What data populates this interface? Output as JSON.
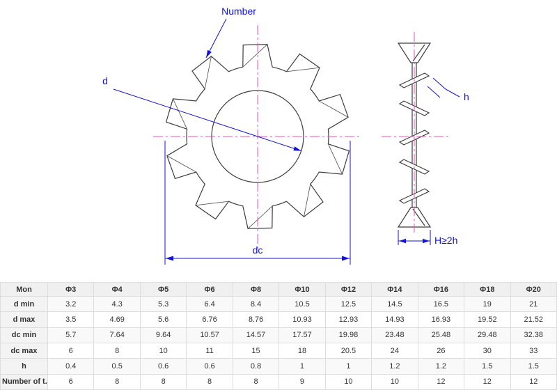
{
  "drawing": {
    "labels": {
      "number": "Number",
      "d": "d",
      "dc": "dc",
      "h": "h",
      "overall_height": "H≥2h"
    },
    "colors": {
      "dimension_blue": "#1212dd",
      "centerline_pink": "#ec4fc0",
      "outline_gray": "#3c3c3c"
    }
  },
  "table": {
    "columns": [
      "Mon",
      "Φ3",
      "Φ4",
      "Φ5",
      "Φ6",
      "Φ8",
      "Φ10",
      "Φ12",
      "Φ14",
      "Φ16",
      "Φ18",
      "Φ20"
    ],
    "rows": [
      {
        "label": "d min",
        "values": [
          "3.2",
          "4.3",
          "5.3",
          "6.4",
          "8.4",
          "10.5",
          "12.5",
          "14.5",
          "16.5",
          "19",
          "21"
        ]
      },
      {
        "label": "d max",
        "values": [
          "3.5",
          "4.69",
          "5.6",
          "6.76",
          "8.76",
          "10.93",
          "12.93",
          "14.93",
          "16.93",
          "19.52",
          "21.52"
        ]
      },
      {
        "label": "dc min",
        "values": [
          "5.7",
          "7.64",
          "9.64",
          "10.57",
          "14.57",
          "17.57",
          "19.98",
          "23.48",
          "25.48",
          "29.48",
          "32.38"
        ]
      },
      {
        "label": "dc max",
        "values": [
          "6",
          "8",
          "10",
          "11",
          "15",
          "18",
          "20.5",
          "24",
          "26",
          "30",
          "33"
        ]
      },
      {
        "label": "h",
        "values": [
          "0.4",
          "0.5",
          "0.6",
          "0.6",
          "0.8",
          "1",
          "1",
          "1.2",
          "1.2",
          "1.5",
          "1.5"
        ]
      },
      {
        "label": "Number of t...",
        "values": [
          "6",
          "8",
          "8",
          "8",
          "8",
          "9",
          "10",
          "10",
          "12",
          "12",
          "12"
        ]
      }
    ]
  }
}
